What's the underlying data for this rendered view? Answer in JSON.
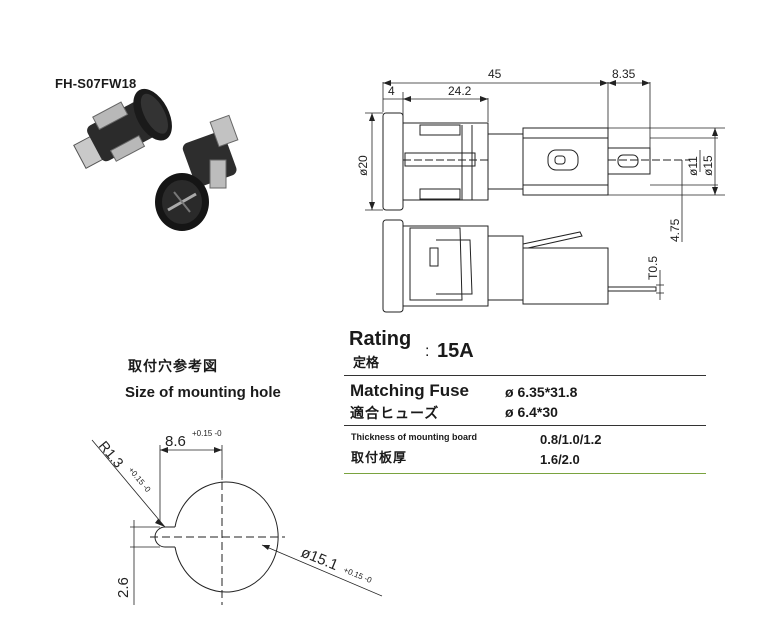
{
  "header": {
    "model": "FH-S07FW18"
  },
  "drawing": {
    "dims": {
      "overall_length": "45",
      "tail_length": "8.35",
      "flange_thickness": "4",
      "body_length": "24.2",
      "head_diameter": "ø20",
      "inner_diameter": "ø11",
      "outer_diameter": "ø15",
      "terminal_offset": "4.75",
      "terminal_thickness": "T0.5"
    }
  },
  "mounting_hole": {
    "title_cn": "取付穴参考図",
    "title_en": "Size of mounting hole",
    "flat_width": "8.6",
    "flat_tol": "+0.15 -0",
    "radius": "R1.3",
    "radius_tol": "+0.15 -0",
    "diameter": "ø15.1",
    "diameter_tol": "+0.15 -0",
    "key_depth": "2.6"
  },
  "specs": {
    "rating_label": "Rating",
    "rating_label_cn": "定格",
    "rating_colon": ":",
    "rating_value": "15A",
    "fuse_label": "Matching Fuse",
    "fuse_label_cn": "適合ヒューズ",
    "fuse_value_1": "ø 6.35*31.8",
    "fuse_value_2": "ø 6.4*30",
    "thickness_label": "Thickness of mounting board",
    "thickness_label_cn": "取付板厚",
    "thickness_value_1": "0.8/1.0/1.2",
    "thickness_value_2": "1.6/2.0"
  }
}
